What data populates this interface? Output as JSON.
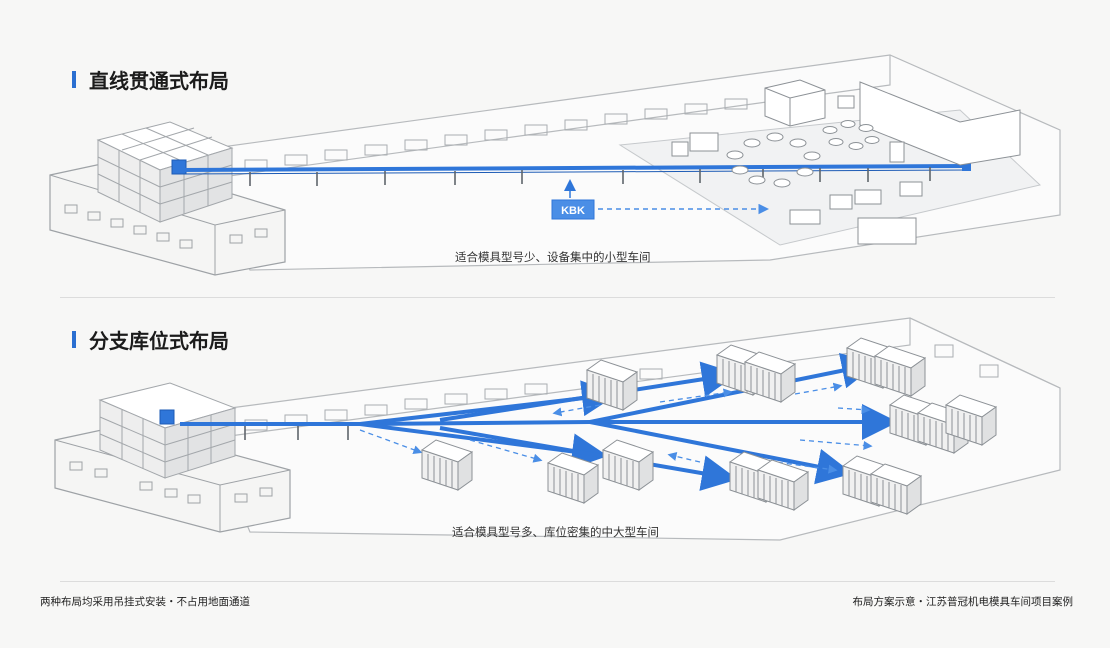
{
  "section1": {
    "title": "直线贯通式布局",
    "caption": "适合模具型号少、设备集中的小型车间",
    "device_label": "KBK"
  },
  "section2": {
    "title": "分支库位式布局",
    "caption": "适合模具型号多、库位密集的中大型车间"
  },
  "footer": {
    "left": "两种布局均采用吊挂式安装・不占用地面通道",
    "right": "布局方案示意・江苏普冠机电模具车间项目案例"
  },
  "colors": {
    "accent": "#2a6fd1",
    "rail": "#2f76d9",
    "line": "#9aa0a6"
  }
}
